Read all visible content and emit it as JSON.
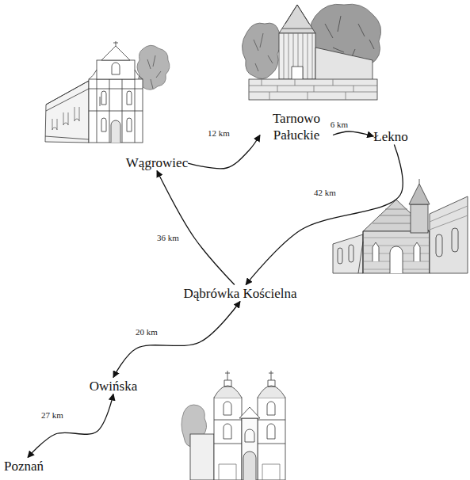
{
  "diagram": {
    "nodes": [
      {
        "text": [
          "Tarnowo Pałuckie"
        ]
      },
      {
        "text": [
          "Łekno"
        ]
      },
      {
        "text": [
          "Wągrowiec"
        ]
      },
      {
        "text": [
          "Dąbrówka Kościelna"
        ]
      },
      {
        "text": [
          "Owińska"
        ]
      },
      {
        "text": [
          "Poznań"
        ]
      }
    ],
    "edges": [
      {
        "from": 2,
        "to": 0,
        "label": "12 km",
        "arrow": "to"
      },
      {
        "from": 0,
        "to": 1,
        "label": "6 km",
        "arrow": "to"
      },
      {
        "from": 1,
        "to": 3,
        "label": "42 km",
        "arrow": "to"
      },
      {
        "from": 3,
        "to": 2,
        "label": "36 km",
        "arrow": "to"
      },
      {
        "from": 3,
        "to": 4,
        "label": "20 km",
        "arrow": "both"
      },
      {
        "from": 4,
        "to": 5,
        "label": "27 km",
        "arrow": "both"
      }
    ]
  }
}
